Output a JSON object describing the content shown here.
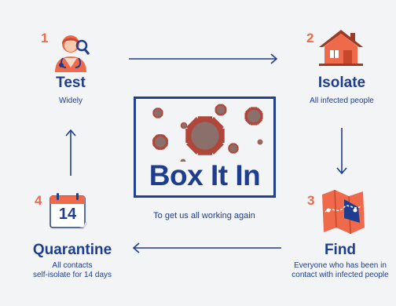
{
  "steps": [
    {
      "number": "1",
      "title": "Test",
      "subtitle": "Widely",
      "icon": "doctor-icon"
    },
    {
      "number": "2",
      "title": "Isolate",
      "subtitle": "All infected people",
      "icon": "house-icon"
    },
    {
      "number": "3",
      "title": "Find",
      "subtitle_line1": "Everyone who has been in",
      "subtitle_line2": "contact with infected people",
      "icon": "map-icon"
    },
    {
      "number": "4",
      "title": "Quarantine",
      "subtitle_line1": "All contacts",
      "subtitle_line2": "self-isolate for 14 days",
      "icon": "calendar-icon",
      "calendar_day": "14"
    }
  ],
  "center": {
    "title": "Box It In",
    "subtitle": "To get us all working again"
  },
  "colors": {
    "navy": "#1f3d8f",
    "accent": "#ef6a4a",
    "background": "#f2f4f6",
    "virus": "#8a6f6a"
  }
}
